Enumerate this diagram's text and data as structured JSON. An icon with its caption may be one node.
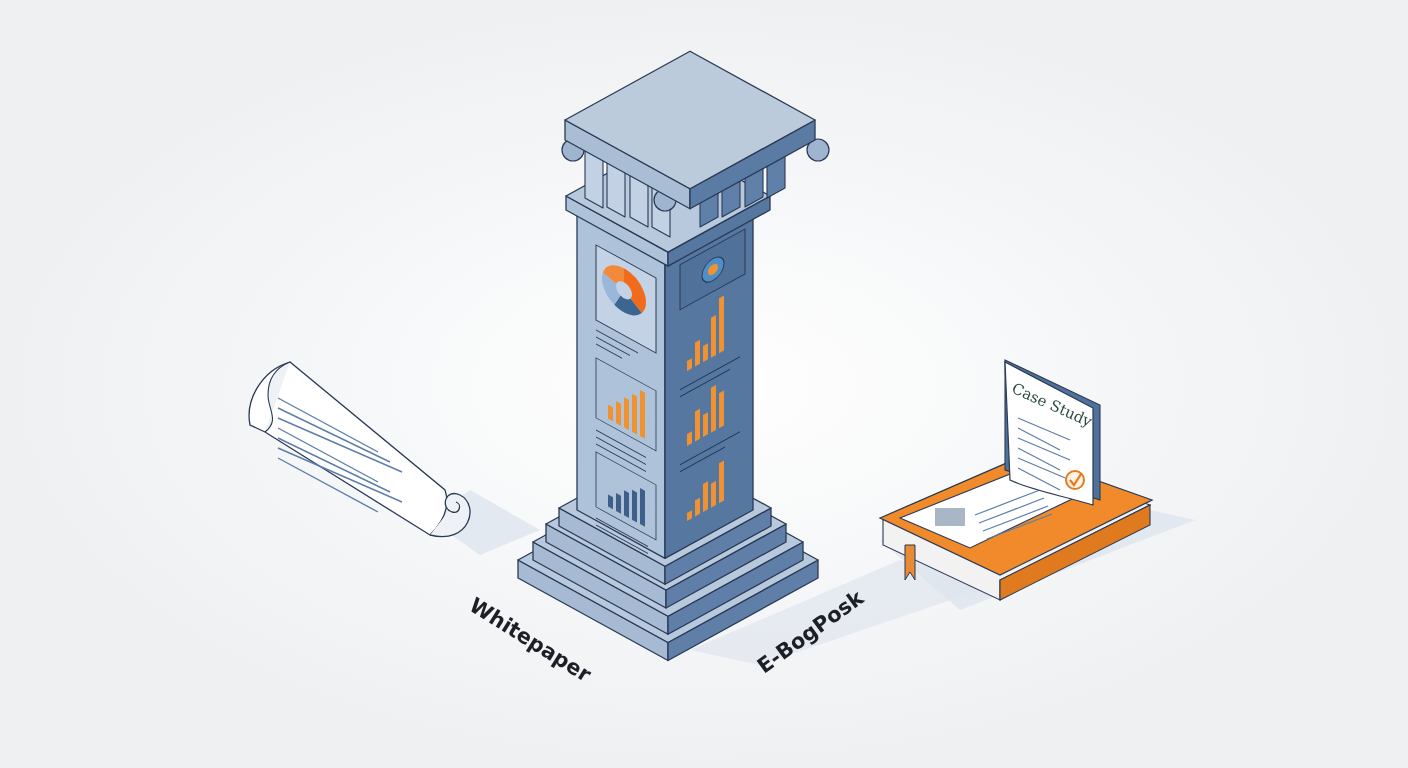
{
  "diagram": {
    "labels": [
      "Case Study",
      "Whitepaper",
      "E-BogPosk"
    ]
  }
}
